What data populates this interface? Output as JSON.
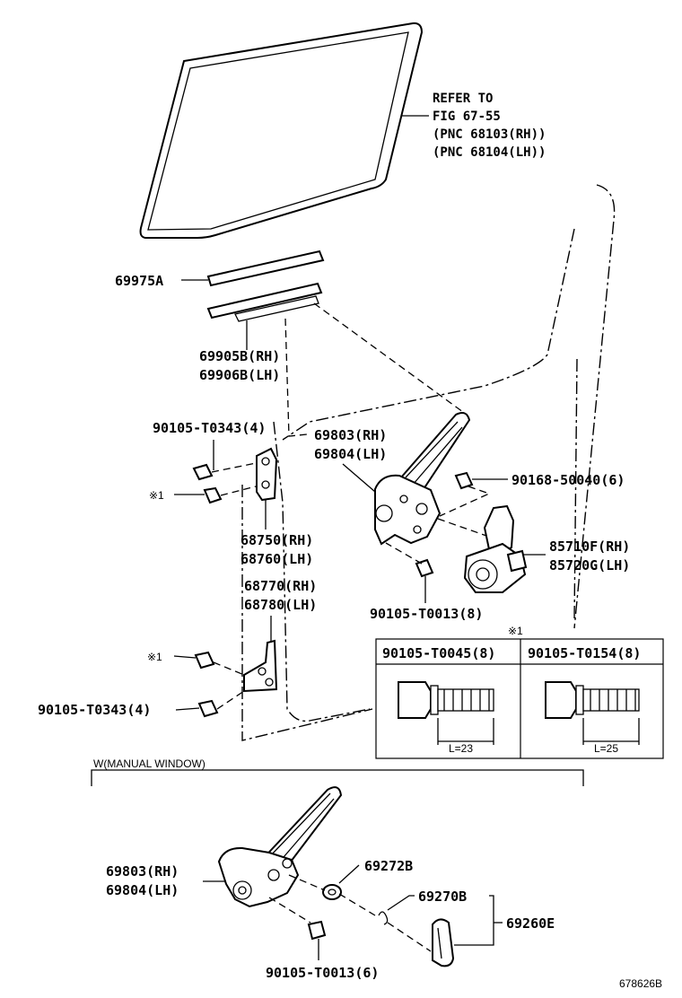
{
  "refer": {
    "line1": "REFER TO",
    "line2": "FIG 67-55",
    "line3": "(PNC 68103(RH))",
    "line4": "(PNC 68104(LH))"
  },
  "labels": {
    "p69975a": "69975A",
    "p69905b": "69905B(RH)",
    "p69906b": "69906B(LH)",
    "p90105_t0343_top": "90105-T0343(4)",
    "p69803_top": "69803(RH)",
    "p69804_top": "69804(LH)",
    "p90168": "90168-50040(6)",
    "mark_a": "※1",
    "p68750": "68750(RH)",
    "p68760": "68760(LH)",
    "p85710f": "85710F(RH)",
    "p85720g": "85720G(LH)",
    "p68770": "68770(RH)",
    "p68780": "68780(LH)",
    "p90105_t0013_8": "90105-T0013(8)",
    "mark_b": "※1",
    "mark_table": "※1",
    "p90105_t0343_bottom": "90105-T0343(4)",
    "manual_window": "W(MANUAL WINDOW)",
    "p69803_bottom": "69803(RH)",
    "p69804_bottom": "69804(LH)",
    "p69272b": "69272B",
    "p69270b": "69270B",
    "p69260e": "69260E",
    "p90105_t0013_6": "90105-T0013(6)",
    "drawing_number": "678626B"
  },
  "bolt_table": {
    "col1_header": "90105-T0045(8)",
    "col2_header": "90105-T0154(8)",
    "col1_length": "L=23",
    "col2_length": "L=25"
  }
}
